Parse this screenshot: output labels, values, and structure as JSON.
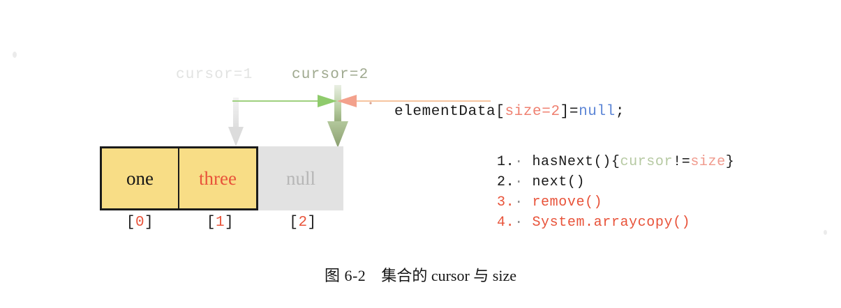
{
  "figure": {
    "caption_number": "图 6-2",
    "caption_text": "集合的 cursor 与 size"
  },
  "cursor_labels": {
    "old": "cursor=1",
    "new": "cursor=2"
  },
  "code": {
    "element_data_prefix": "elementData[",
    "element_data_size": "size=2",
    "element_data_mid": "]=",
    "element_data_null": "null",
    "element_data_suffix": ";"
  },
  "array": {
    "cells": [
      {
        "value": "one",
        "index": "0",
        "state": "normal"
      },
      {
        "value": "three",
        "index": "1",
        "state": "removed"
      },
      {
        "value": "null",
        "index": "2",
        "state": "empty"
      }
    ],
    "index_open": "[",
    "index_close": "]"
  },
  "methods": [
    {
      "num": "1.",
      "sep": "·",
      "name": "hasNext()",
      "brace_open": "{",
      "cond_cursor": "cursor",
      "cond_op": "!=",
      "cond_size": "size",
      "brace_close": "}",
      "color": "dark"
    },
    {
      "num": "2.",
      "sep": "·",
      "name": "next()",
      "brace_open": "",
      "cond_cursor": "",
      "cond_op": "",
      "cond_size": "",
      "brace_close": "",
      "color": "dark"
    },
    {
      "num": "3.",
      "sep": "·",
      "name": "remove()",
      "brace_open": "",
      "cond_cursor": "",
      "cond_op": "",
      "cond_size": "",
      "brace_close": "",
      "color": "red"
    },
    {
      "num": "4.",
      "sep": "·",
      "name": "System.arraycopy()",
      "brace_open": "",
      "cond_cursor": "",
      "cond_op": "",
      "cond_size": "",
      "brace_close": "",
      "color": "red"
    }
  ],
  "colors": {
    "cell_fill": "#f8dd86",
    "cell_empty_fill": "#e2e2e2",
    "cell_border": "#1b1b1b",
    "accent_red": "#e8533a",
    "accent_green": "#8fbf6a",
    "accent_salmon": "#f3a18c",
    "accent_blue": "#5d86d6",
    "faint_gray": "#e2e3e2"
  },
  "icons": {
    "cursor_old_arrow": "arrow-down-icon",
    "cursor_new_arrow": "arrow-down-icon",
    "move_right_arrow": "arrow-right-icon",
    "move_left_arrow": "arrow-left-icon"
  }
}
